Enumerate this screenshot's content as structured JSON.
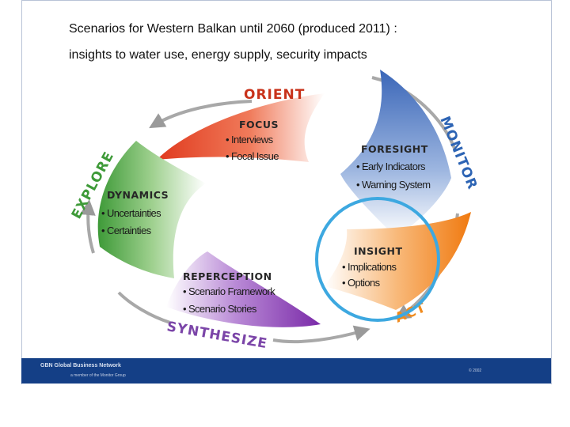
{
  "title": {
    "line1": "Scenarios for Western Balkan until 2060 (produced 2011) :",
    "line2": "insights to water use, energy supply, security impacts"
  },
  "cycle": {
    "verbs": {
      "orient": "ORIENT",
      "monitor": "MONITOR",
      "act": "ACT",
      "synthesize": "SYNTHESIZE",
      "explore": "EXPLORE"
    },
    "stages": {
      "focus": {
        "heading": "FOCUS",
        "items": [
          "• Interviews",
          "• Focal Issue"
        ]
      },
      "foresight": {
        "heading": "FORESIGHT",
        "items": [
          "• Early Indicators",
          "• Warning System"
        ]
      },
      "insight": {
        "heading": "INSIGHT",
        "items": [
          "• Implications",
          "• Options"
        ]
      },
      "reperception": {
        "heading": "REPERCEPTION",
        "items": [
          "• Scenario Framework",
          "• Scenario Stories"
        ]
      },
      "dynamics": {
        "heading": "DYNAMICS",
        "items": [
          "• Uncertainties",
          "• Certainties"
        ]
      }
    }
  },
  "footer": {
    "brand": "GBN Global Business Network",
    "subtitle": "a member of the Monitor Group",
    "copyright": "© 2002"
  },
  "colors": {
    "focus": "#e03a1e",
    "foresight": "#4a78c4",
    "insight": "#f08a1c",
    "reperception": "#8a3fb4",
    "dynamics": "#4faa3c",
    "verb_orient": "#c8321a",
    "verb_monitor": "#2d64b4",
    "verb_act": "#f08a1c",
    "verb_synthesize": "#7b45a8",
    "verb_explore": "#3e9a38",
    "highlight_circle": "#3da8e0",
    "footer_bar": "#143f86"
  }
}
